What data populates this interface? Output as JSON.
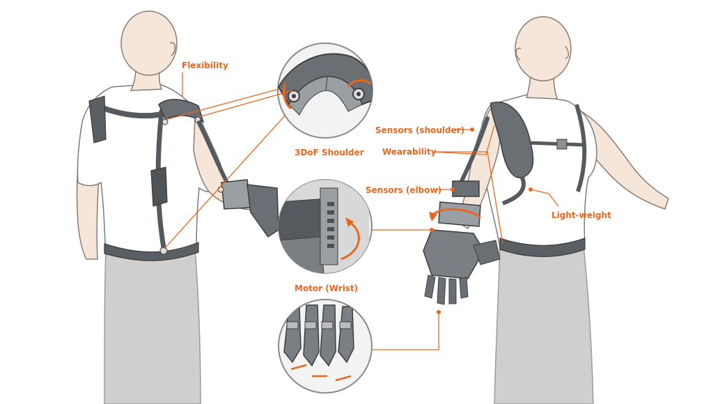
{
  "diagram": {
    "labels": {
      "flexibility": "Flexibility",
      "shoulder_3dof": "3DoF Shoulder",
      "motor_wrist": "Motor (Wrist)",
      "sensors_shoulder": "Sensors (shoulder)",
      "wearability": "Wearability",
      "sensors_elbow": "Sensors (elbow)",
      "light_weight": "Light-weight"
    },
    "colors": {
      "accent": "#e8671f",
      "skin": "#f6e6d9",
      "skin_line": "#8a7a70",
      "shirt": "#ffffff",
      "pants": "#cfcfcf",
      "device_dark": "#555a5f",
      "device_mid": "#8a8f94",
      "device_light": "#b9bdc1",
      "outline": "#3d3d3d"
    }
  }
}
